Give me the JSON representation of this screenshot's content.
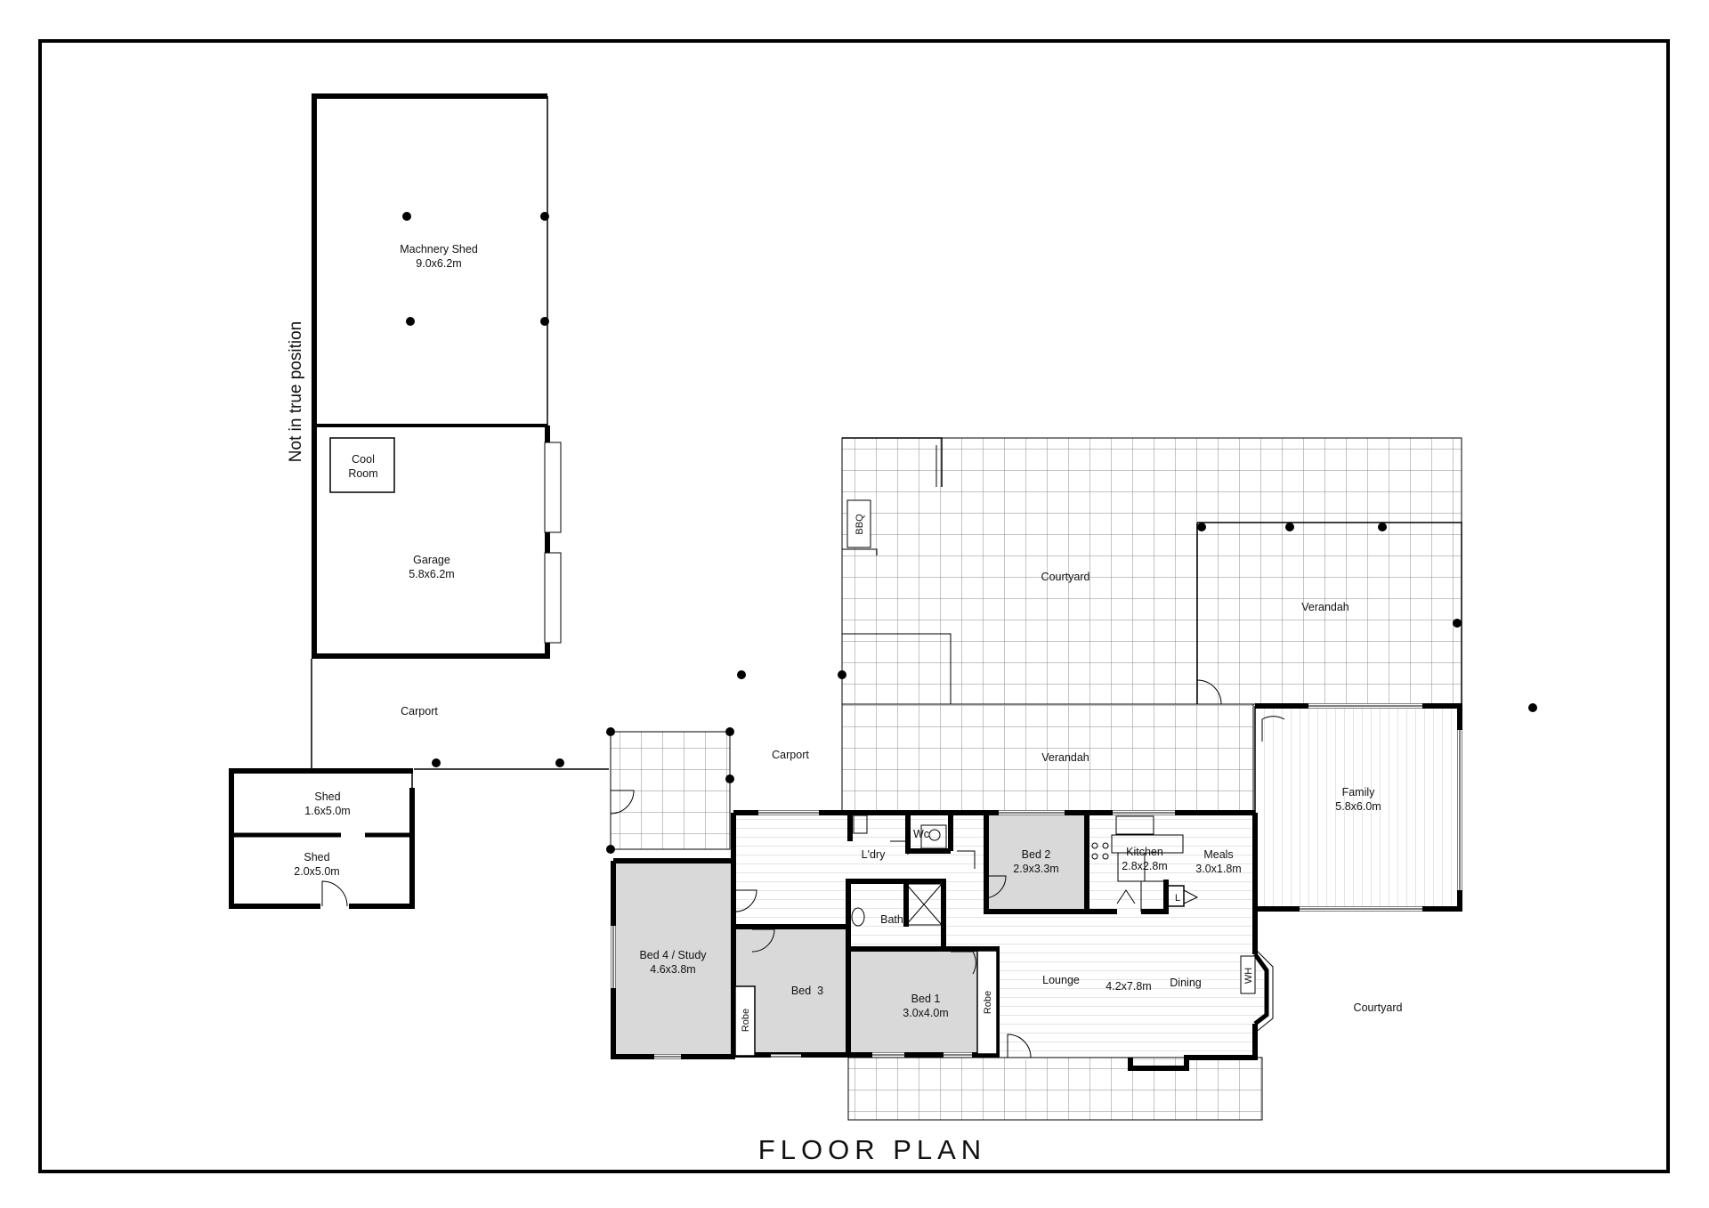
{
  "title": "FLOOR PLAN",
  "note": "Not in true position",
  "colors": {
    "wall": "#000000",
    "grid": "#8a8a8a",
    "bedroom_fill": "#d9d9d9",
    "background": "#ffffff"
  },
  "rooms": {
    "machinery_shed": {
      "name": "Machnery Shed",
      "size": "9.0x6.2m"
    },
    "cool_room": {
      "line1": "Cool",
      "line2": "Room"
    },
    "garage": {
      "name": "Garage",
      "size": "5.8x6.2m"
    },
    "carport_left": {
      "name": "Carport"
    },
    "carport_mid": {
      "name": "Carport"
    },
    "shed_1": {
      "name": "Shed",
      "size": "1.6x5.0m"
    },
    "shed_2": {
      "name": "Shed",
      "size": "2.0x5.0m"
    },
    "courtyard_top": {
      "name": "Courtyard"
    },
    "bbq": {
      "name": "BBQ"
    },
    "verandah_right": {
      "name": "Verandah"
    },
    "verandah_mid": {
      "name": "Verandah"
    },
    "family": {
      "name": "Family",
      "size": "5.8x6.0m"
    },
    "laundry": {
      "name": "L'dry"
    },
    "wc": {
      "name": "Wc"
    },
    "bed2": {
      "name": "Bed 2",
      "size": "2.9x3.3m"
    },
    "kitchen": {
      "name": "Kitchen",
      "size": "2.8x2.8m"
    },
    "meals": {
      "name": "Meals",
      "size": "3.0x1.8m"
    },
    "l_box": {
      "name": "L"
    },
    "bath": {
      "name": "Bath"
    },
    "bed4": {
      "name": "Bed 4 / Study",
      "size": "4.6x3.8m"
    },
    "bed3": {
      "name": "Bed  3"
    },
    "robe_left": {
      "name": "Robe"
    },
    "bed1": {
      "name": "Bed 1",
      "size": "3.0x4.0m"
    },
    "robe_right": {
      "name": "Robe"
    },
    "lounge": {
      "name": "Lounge"
    },
    "lounge_dining_size": {
      "size": "4.2x7.8m"
    },
    "dining": {
      "name": "Dining"
    },
    "wh": {
      "name": "WH"
    },
    "courtyard_right": {
      "name": "Courtyard"
    }
  }
}
